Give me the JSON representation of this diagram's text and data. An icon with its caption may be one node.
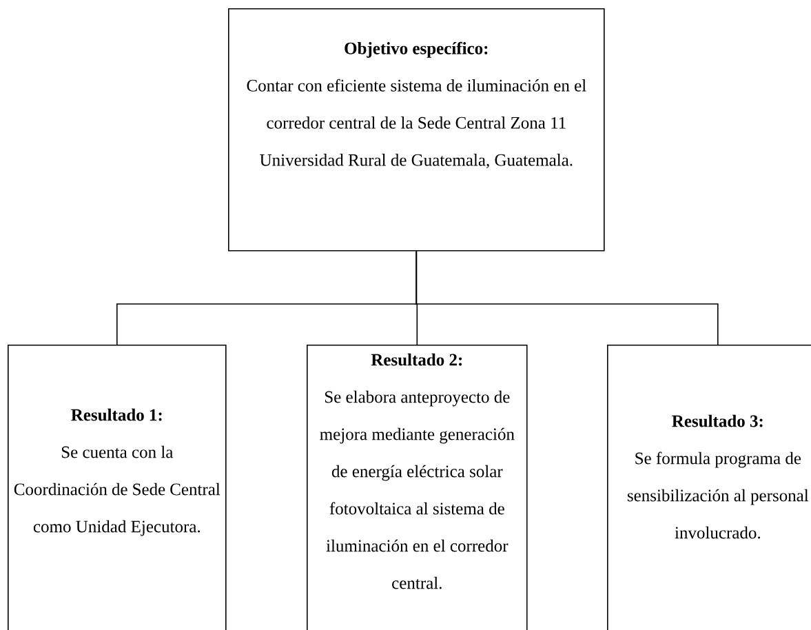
{
  "diagram": {
    "nodes": [
      {
        "text": [
          "Objetivo específico:",
          "Contar con eficiente sistema de iluminación en el corredor central de la Sede Central Zona 11 Universidad Rural de Guatemala, Guatemala."
        ]
      },
      {
        "text": [
          "Resultado 1:",
          "Se cuenta con la Coordinación de Sede Central como Unidad Ejecutora."
        ]
      },
      {
        "text": [
          "Resultado 2:",
          "Se elabora anteproyecto de mejora mediante generación de energía eléctrica solar fotovoltaica al sistema de iluminación en el corredor central."
        ]
      },
      {
        "text": [
          "Resultado 3:",
          "Se formula programa de sensibilización al personal involucrado."
        ]
      }
    ],
    "edges": [
      {
        "from": 0,
        "to": 1,
        "arrow": "none"
      },
      {
        "from": 0,
        "to": 2,
        "arrow": "none"
      },
      {
        "from": 0,
        "to": 3,
        "arrow": "none"
      }
    ]
  }
}
